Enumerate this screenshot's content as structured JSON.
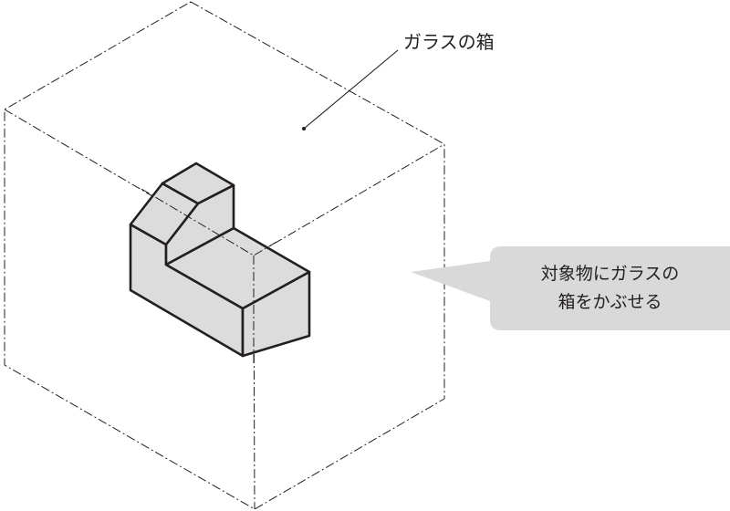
{
  "labels": {
    "glass_box": "ガラスの箱",
    "callout_line1": "対象物にガラスの",
    "callout_line2": "箱をかぶせる"
  },
  "colors": {
    "object_fill": "#dcdcdc",
    "object_stroke": "#231f20",
    "callout_fill": "#d9d9d9",
    "box_line": "#231f20"
  }
}
